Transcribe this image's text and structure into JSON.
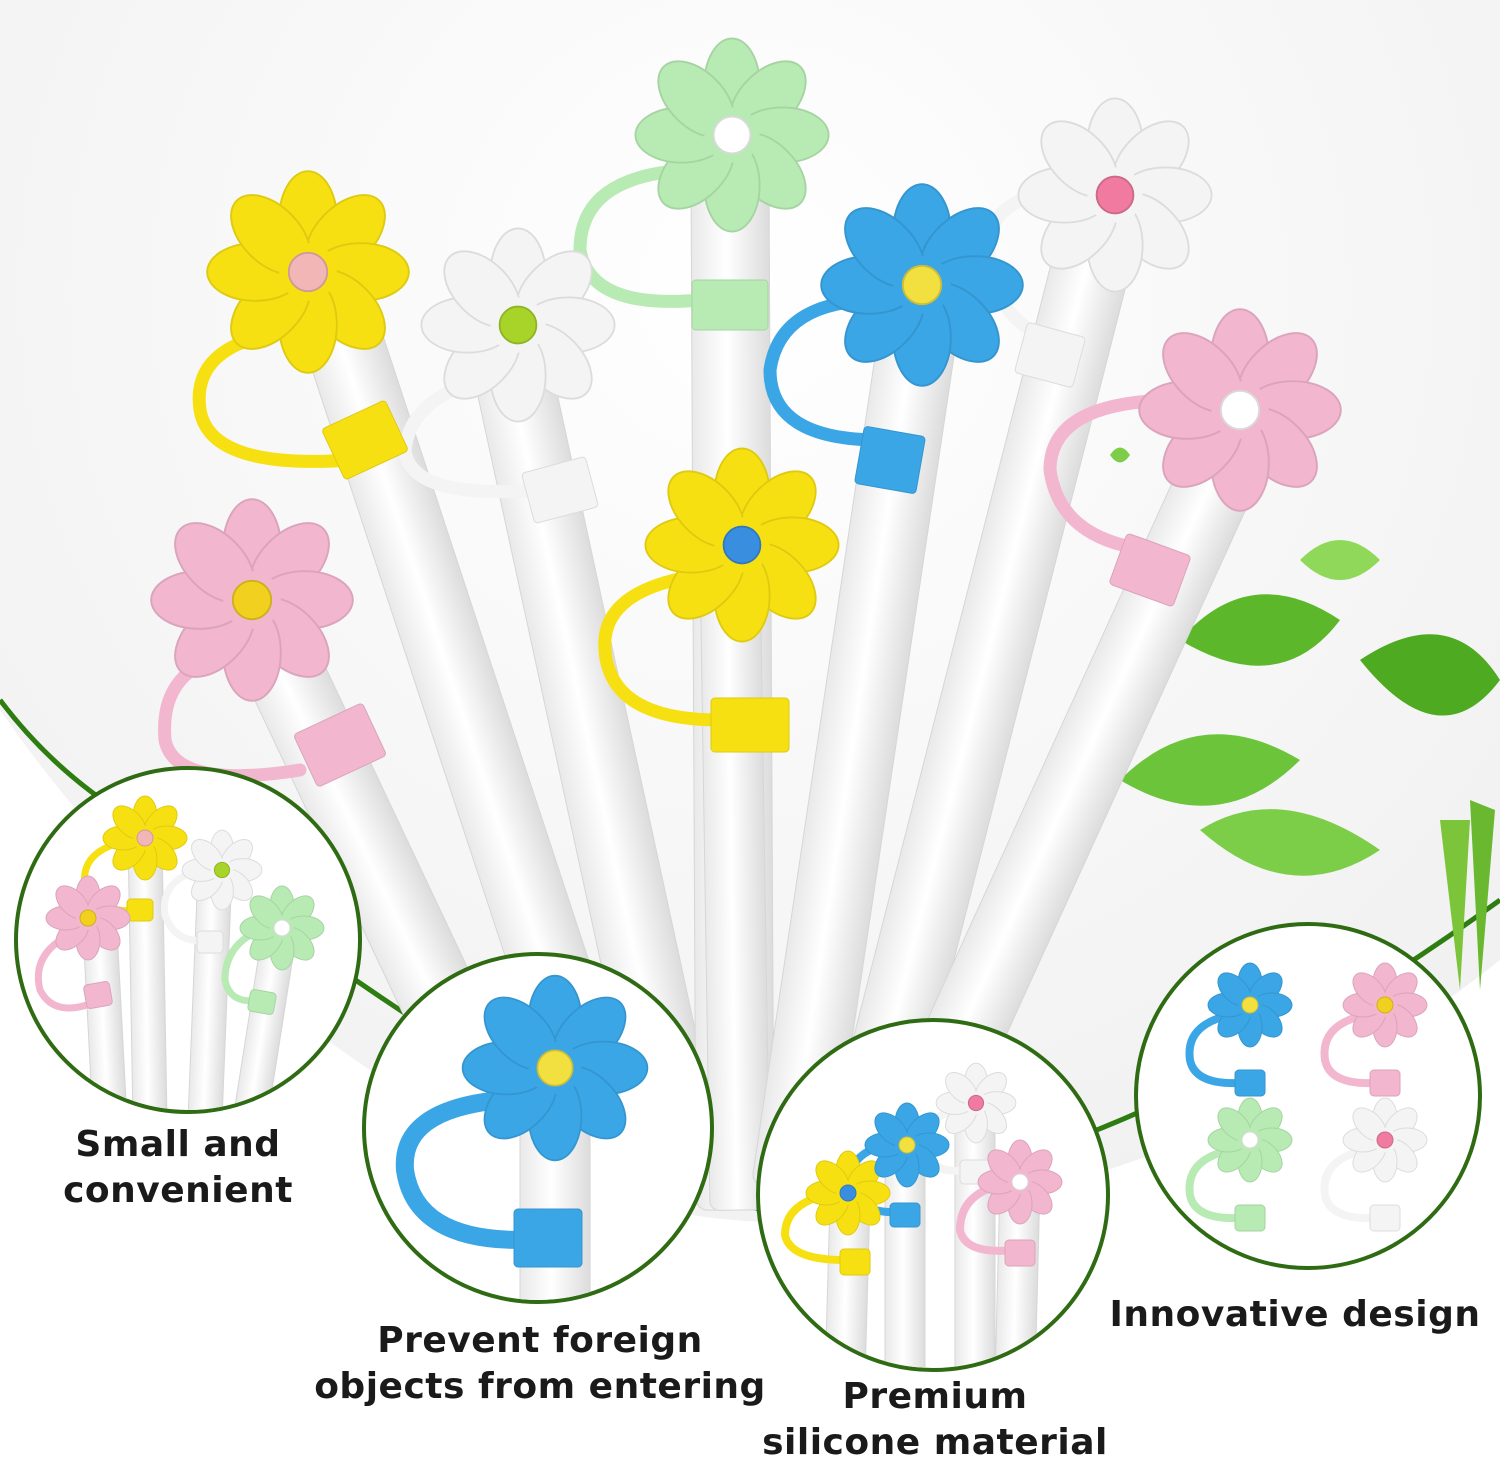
{
  "colors": {
    "background_top": "#f2f2f2",
    "arc_green": "#2e7d10",
    "leaf_green": "#5cb82a",
    "yellow": "#f7e012",
    "blue": "#3aa6e6",
    "pink": "#f2b6cf",
    "white_flower": "#f4f4f4",
    "mint": "#b8eab4",
    "straw": "#ffffff",
    "caption_text": "#1a1a1a"
  },
  "features": [
    {
      "lines": [
        "Small and",
        "convenient"
      ]
    },
    {
      "lines": [
        "Prevent foreign",
        "objects from entering"
      ]
    },
    {
      "lines": [
        "Premium",
        "silicone material"
      ]
    },
    {
      "lines": [
        "Innovative design"
      ]
    }
  ]
}
